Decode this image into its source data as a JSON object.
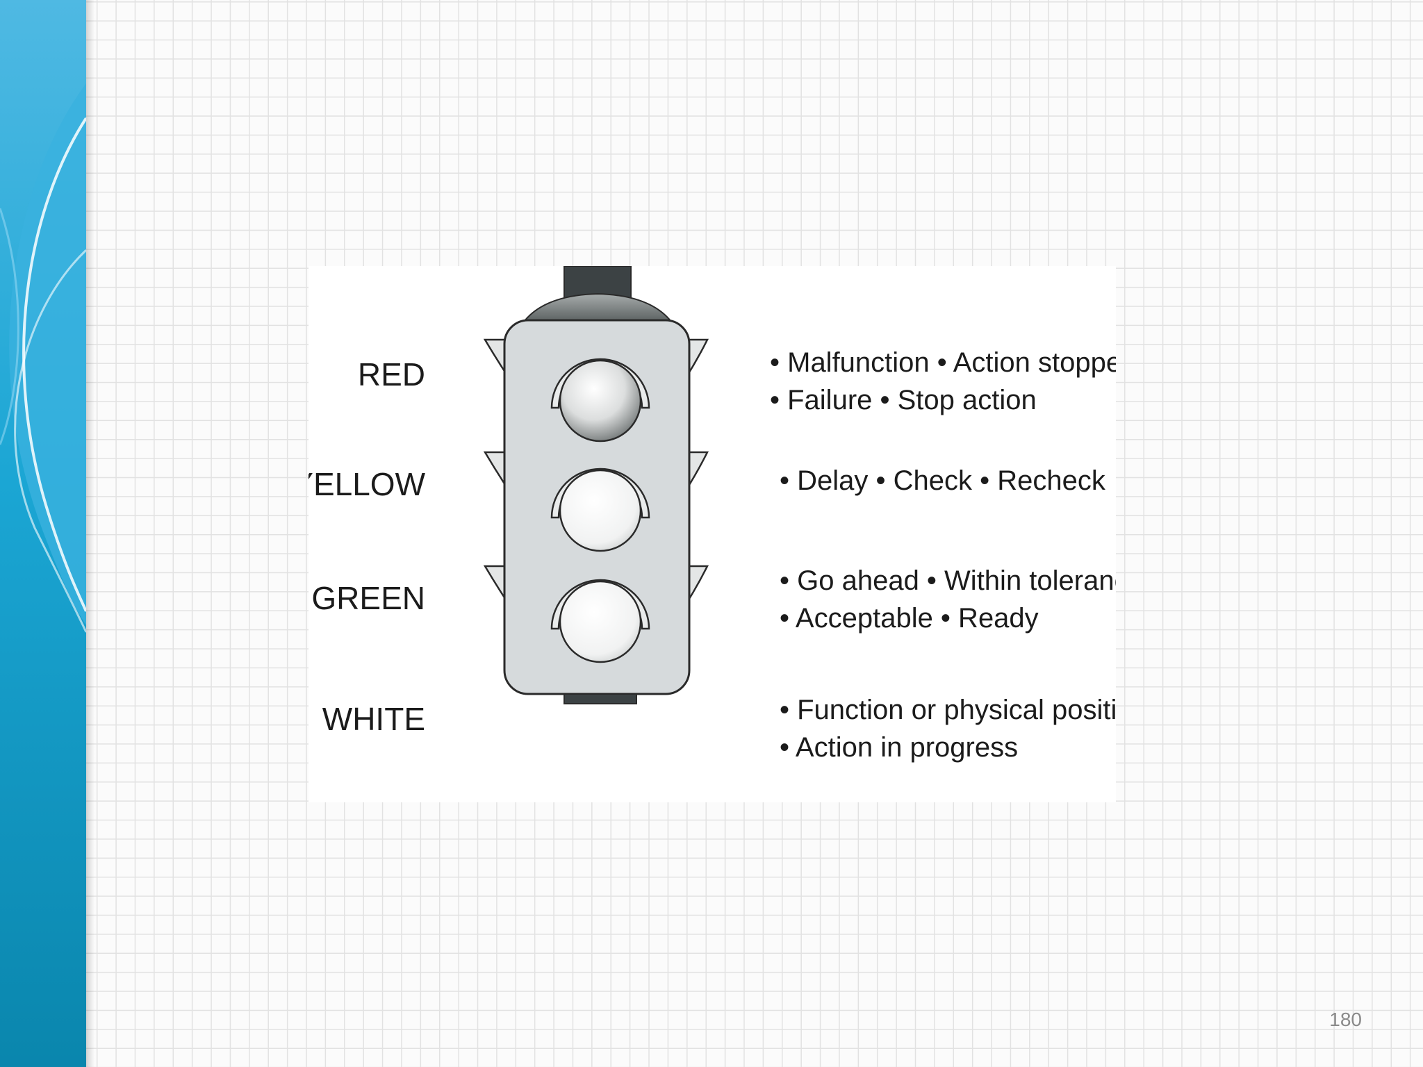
{
  "diagram": {
    "color_labels": [
      "RED",
      "YELLOW",
      "GREEN",
      "WHITE"
    ],
    "items": [
      [
        "• Malfunction • Action stopped",
        "• Failure • Stop action"
      ],
      [
        "• Delay • Check • Recheck"
      ],
      [
        "• Go ahead • Within tolerance",
        "• Acceptable • Ready"
      ],
      [
        "• Function or physical position",
        "• Action in progress"
      ]
    ]
  },
  "page_number": "180",
  "colors": {
    "sidebar_blue": "#1ba6d4",
    "sidebar_dark": "#0a86ad",
    "signal_body": "#d6dadc",
    "signal_outline": "#2a2a2a",
    "signal_cap": "#3c4244"
  }
}
